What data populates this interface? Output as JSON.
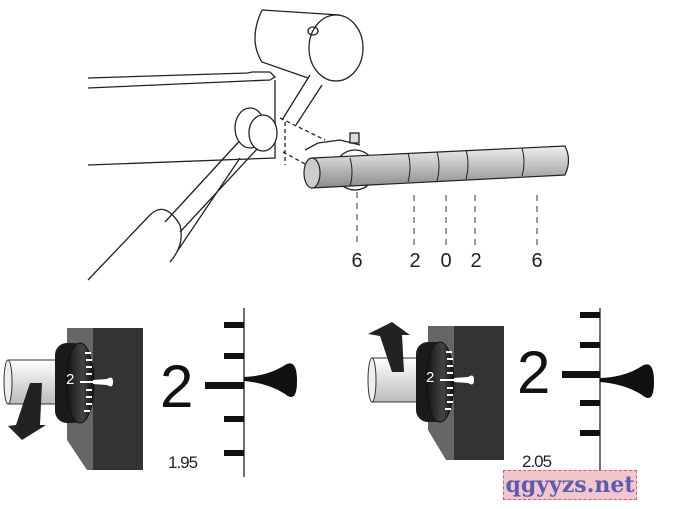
{
  "shaft_labels": [
    "6",
    "2",
    "0",
    "2",
    "6"
  ],
  "left_panel": {
    "dial_number": "2",
    "scale_number": "2",
    "reading": "1.95"
  },
  "right_panel": {
    "dial_number": "2",
    "scale_number": "2",
    "reading": "2.05"
  },
  "watermark": "qgyyzs.net"
}
